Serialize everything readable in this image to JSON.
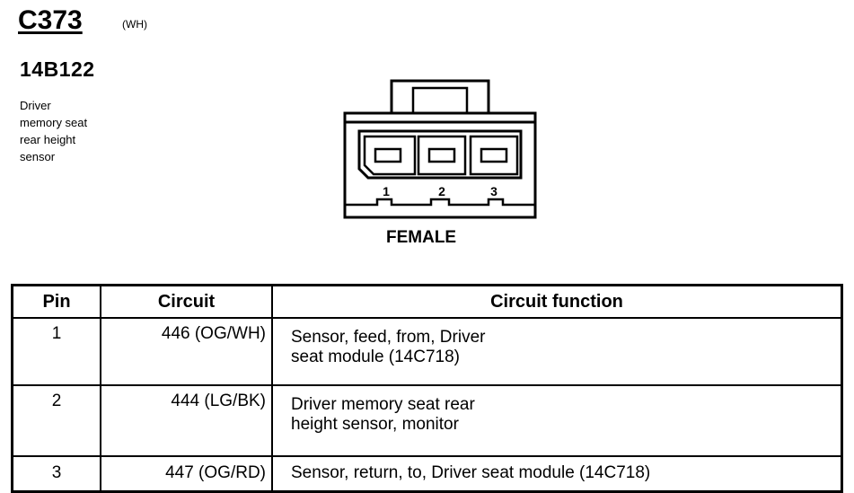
{
  "header": {
    "connector_id": "C373",
    "color_code": "(WH)",
    "part_number": "14B122",
    "description_lines": [
      "Driver",
      "memory seat",
      "rear height",
      "sensor"
    ]
  },
  "connector": {
    "pin_labels": [
      "1",
      "2",
      "3"
    ],
    "gender_label": "FEMALE"
  },
  "table": {
    "headers": {
      "pin": "Pin",
      "circuit": "Circuit",
      "function": "Circuit function"
    },
    "rows": [
      {
        "pin": "1",
        "circuit": "446 (OG/WH)",
        "function_lines": [
          "Sensor, feed, from, Driver",
          "seat module (14C718)"
        ]
      },
      {
        "pin": "2",
        "circuit": "444 (LG/BK)",
        "function_lines": [
          "Driver memory seat rear",
          "height sensor, monitor"
        ]
      },
      {
        "pin": "3",
        "circuit": "447 (OG/RD)",
        "function_lines": [
          "Sensor, return, to, Driver seat module (14C718)"
        ]
      }
    ]
  }
}
